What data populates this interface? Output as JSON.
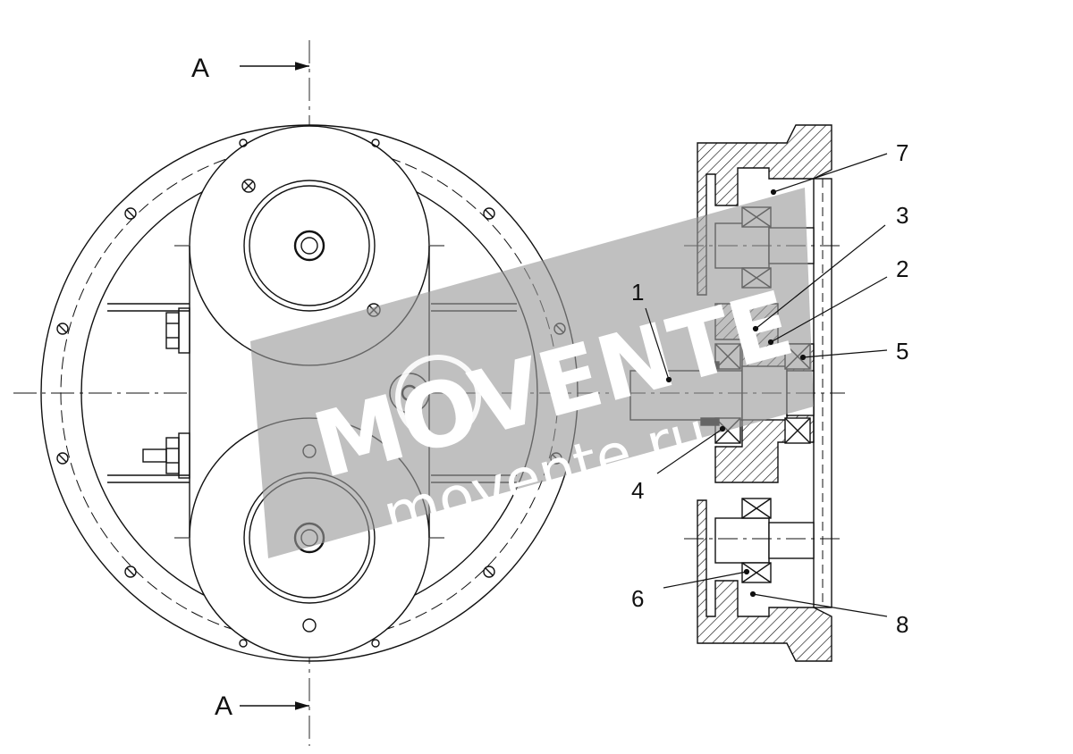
{
  "section_marks": {
    "top": "A",
    "bottom": "A"
  },
  "callouts": [
    {
      "id": "1",
      "text": "1"
    },
    {
      "id": "2",
      "text": "2"
    },
    {
      "id": "3",
      "text": "3"
    },
    {
      "id": "4",
      "text": "4"
    },
    {
      "id": "5",
      "text": "5"
    },
    {
      "id": "6",
      "text": "6"
    },
    {
      "id": "7",
      "text": "7"
    },
    {
      "id": "8",
      "text": "8"
    }
  ],
  "watermark": {
    "brand": "MOVENTE",
    "domain": "movente.ru"
  },
  "colors": {
    "line": "#111111",
    "watermark_band": "#9a9a9a",
    "watermark_text": "#ffffff"
  }
}
